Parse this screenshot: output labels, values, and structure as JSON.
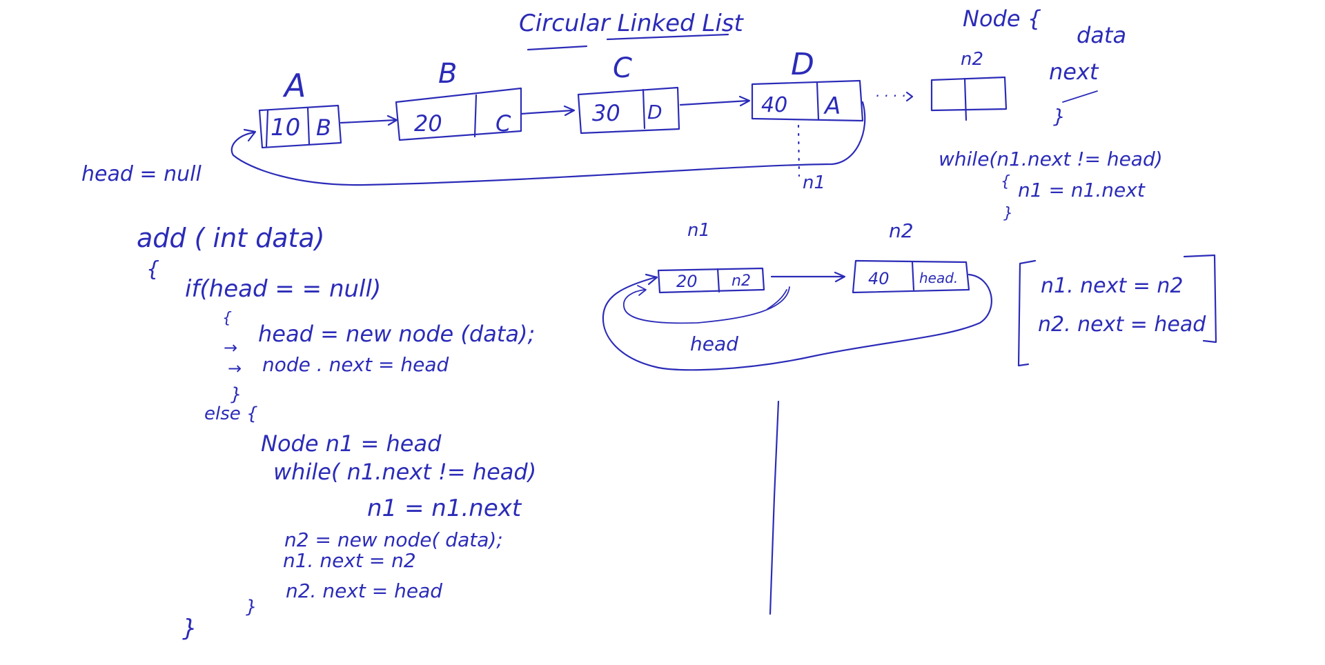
{
  "title": "Circular Linked List",
  "head_null": "head = null",
  "top_list": {
    "labels": [
      "A",
      "B",
      "C",
      "D"
    ],
    "nodes": [
      {
        "data": "10",
        "next": "B"
      },
      {
        "data": "20",
        "next": "C"
      },
      {
        "data": "30",
        "next": "D"
      },
      {
        "data": "40",
        "next": "A"
      }
    ],
    "dots": "· · · ·",
    "n2_label": "n2",
    "n1_label": "n1"
  },
  "node_def": {
    "header": "Node {",
    "field_data": "data",
    "field_next": "next",
    "close": "}"
  },
  "loop_snippet": {
    "line1": "while(n1.next != head)",
    "open": "{",
    "line2": "n1 = n1.next",
    "close": "}"
  },
  "code": {
    "sig": "add ( int data)",
    "open": "{",
    "if_line": "if(head = = null)",
    "if_open": "{",
    "l1": "head = new node (data);",
    "l2": "node . next = head",
    "if_close": "}",
    "else_line": "else {",
    "l3": "Node n1 = head",
    "l4": "while( n1.next != head)",
    "l5": "n1 = n1.next",
    "l6": "n2 = new node( data);",
    "l7": "n1. next = n2",
    "l8": "n2. next = head",
    "inner_close": "}",
    "outer_close": "}",
    "arrow": "→"
  },
  "bottom_list": {
    "n1_label": "n1",
    "n2_label": "n2",
    "node1": {
      "data": "20",
      "next": "n2"
    },
    "node2": {
      "data": "40",
      "next": "head."
    },
    "head_label": "head"
  },
  "box_note": {
    "line1": "n1. next = n2",
    "line2": "n2. next = head"
  }
}
